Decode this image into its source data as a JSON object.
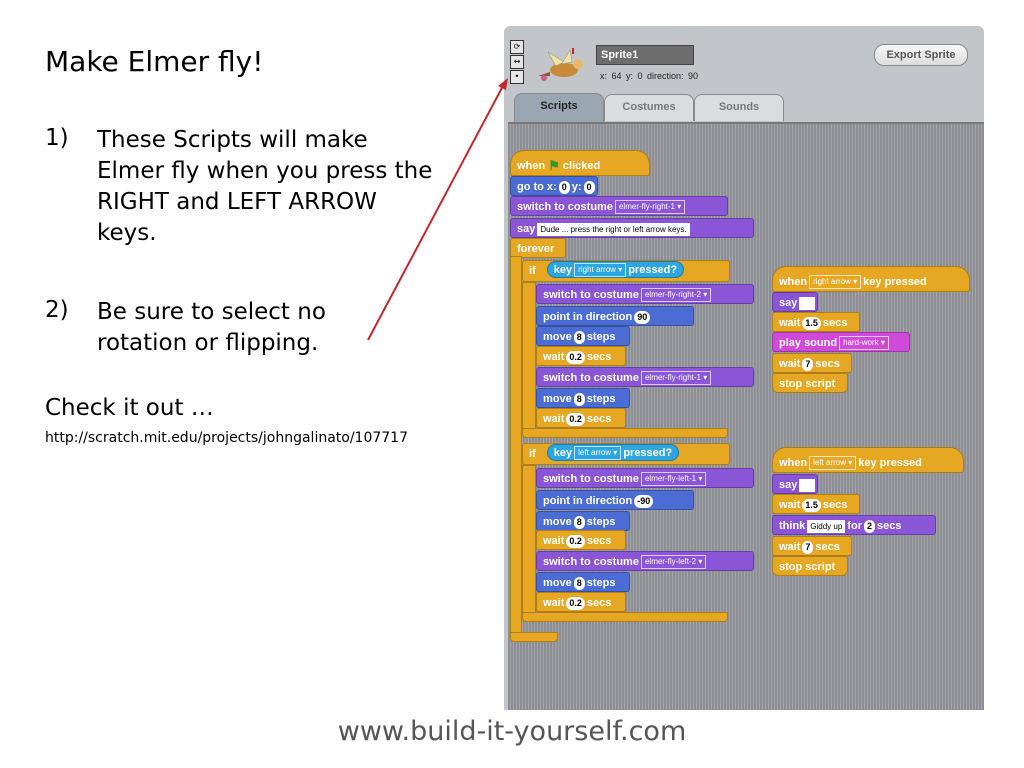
{
  "slide": {
    "title": "Make Elmer fly!",
    "items": [
      {
        "num": "1)",
        "text": "These Scripts will make Elmer fly when you press the RIGHT and LEFT ARROW keys."
      },
      {
        "num": "2)",
        "text": "Be sure to select no rotation or flipping."
      }
    ],
    "check": "Check it out …",
    "url": "http://scratch.mit.edu/projects/johngalinato/107717",
    "footer": "www.build-it-yourself.com"
  },
  "scratch": {
    "view_buttons": [
      "⟳",
      "↔",
      "•"
    ],
    "sprite_name": "Sprite1",
    "sprite_info": "x: 64   y: 0     direction: 90",
    "export_label": "Export Sprite",
    "tabs": [
      "Scripts",
      "Costumes",
      "Sounds"
    ],
    "script_main": {
      "when": "when",
      "clicked": "clicked",
      "goto": "go to x:",
      "goto_x": "0",
      "goto_y_label": "y:",
      "goto_y": "0",
      "switch_costume": "switch to costume",
      "costume_start": "elmer-fly-right-1",
      "say": "say",
      "say_text": "Dude ... press the right or left arrow keys.",
      "forever": "forever",
      "if": "if",
      "key": "key",
      "pressed": "pressed?",
      "right_arrow": "right arrow",
      "left_arrow": "left arrow",
      "costume_r2": "elmer-fly-right-2",
      "costume_r1": "elmer-fly-right-1",
      "costume_l1": "elmer-fly-left-1",
      "costume_l2": "elmer-fly-left-2",
      "point_dir": "point in direction",
      "dir_right": "90",
      "dir_left": "-90",
      "move": "move",
      "steps": "steps",
      "move_n": "8",
      "wait": "wait",
      "secs": "secs",
      "wait_n": "0.2"
    },
    "script_right": {
      "when": "when",
      "key": "right arrow",
      "key_pressed": "key pressed",
      "say": "say",
      "wait": "wait",
      "wait1": "1.5",
      "secs": "secs",
      "play_sound": "play sound",
      "sound": "hard-work",
      "wait2": "7",
      "stop": "stop script"
    },
    "script_left": {
      "when": "when",
      "key": "left arrow",
      "key_pressed": "key pressed",
      "say": "say",
      "wait": "wait",
      "wait1": "1.5",
      "secs": "secs",
      "think": "think",
      "think_text": "Giddy up",
      "for": "for",
      "think_n": "2",
      "wait2": "7",
      "stop": "stop script"
    }
  },
  "colors": {
    "control": "#e6a722",
    "motion": "#4a6cd4",
    "looks": "#8a55d7",
    "sound": "#cf4ad9",
    "sensing": "#2ca5e2",
    "pointer_line": "#c0282d"
  }
}
